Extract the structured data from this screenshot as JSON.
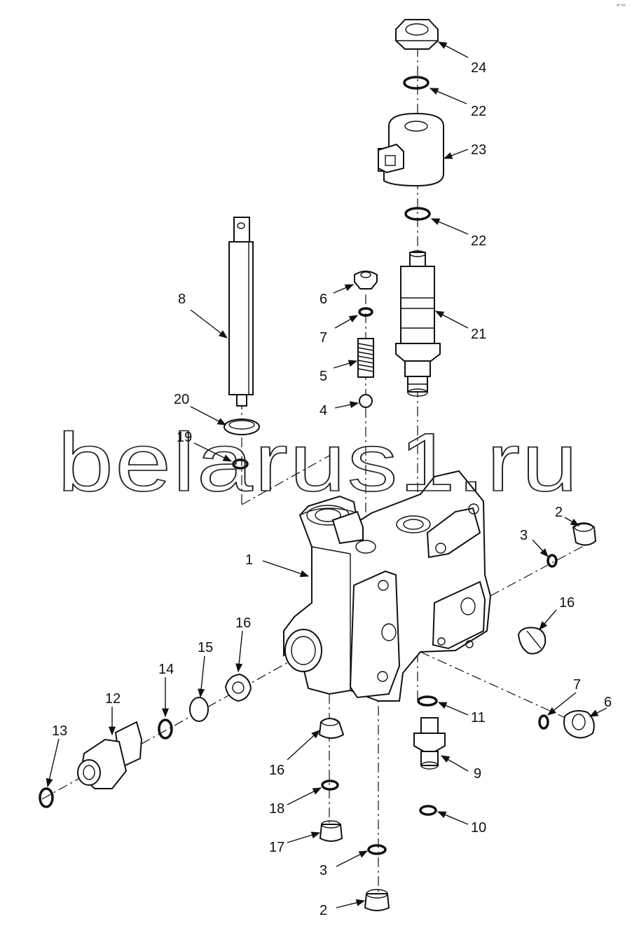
{
  "watermark": "belarus1.ru",
  "corner_mark": "ᵃᴾ ˢˢᵉ",
  "callouts": [
    {
      "label": "24"
    },
    {
      "label": "22"
    },
    {
      "label": "23"
    },
    {
      "label": "22"
    },
    {
      "label": "21"
    },
    {
      "label": "8"
    },
    {
      "label": "6"
    },
    {
      "label": "7"
    },
    {
      "label": "5"
    },
    {
      "label": "4"
    },
    {
      "label": "20"
    },
    {
      "label": "19"
    },
    {
      "label": "1"
    },
    {
      "label": "2"
    },
    {
      "label": "3"
    },
    {
      "label": "16"
    },
    {
      "label": "16"
    },
    {
      "label": "15"
    },
    {
      "label": "14"
    },
    {
      "label": "12"
    },
    {
      "label": "13"
    },
    {
      "label": "7"
    },
    {
      "label": "6"
    },
    {
      "label": "11"
    },
    {
      "label": "16"
    },
    {
      "label": "9"
    },
    {
      "label": "18"
    },
    {
      "label": "10"
    },
    {
      "label": "17"
    },
    {
      "label": "3"
    },
    {
      "label": "2"
    }
  ]
}
